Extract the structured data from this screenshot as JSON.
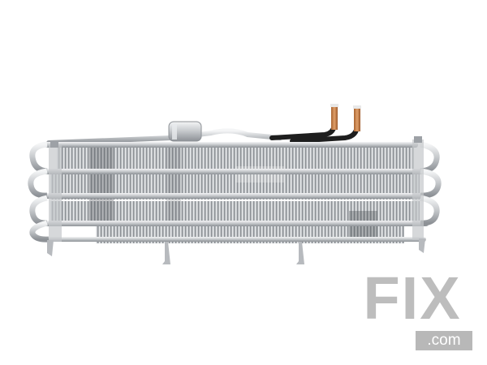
{
  "image": {
    "subject": "refrigerator-evaporator-coil",
    "background_color": "#ffffff"
  },
  "watermark": {
    "word": "FIX",
    "domain": ".com",
    "color": "#bdbdbd"
  },
  "colors": {
    "aluminum_light": "#e6e8ea",
    "aluminum_mid": "#b9bcc0",
    "aluminum_dark": "#7d8186",
    "copper": "#c9824d",
    "black_tube": "#1e1e1e"
  }
}
